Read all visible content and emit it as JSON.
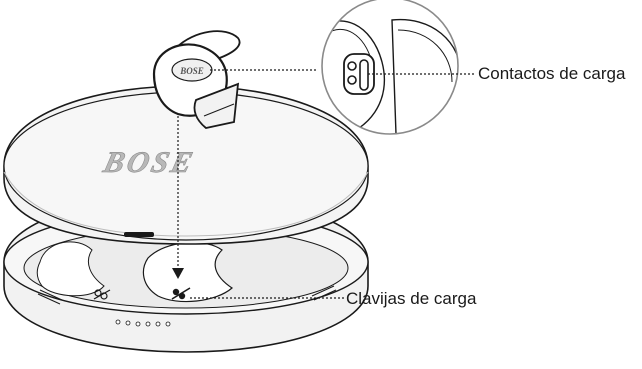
{
  "brand": {
    "logo_text": "BOSE"
  },
  "callouts": {
    "charging_contacts": "Contactos de carga",
    "charging_pins": "Clavijas de carga"
  },
  "colors": {
    "line": "#1a1a1a",
    "fill_light": "#f2f2f2",
    "fill_mid": "#d9d9d9",
    "logo_gray": "#9a9a9a"
  }
}
